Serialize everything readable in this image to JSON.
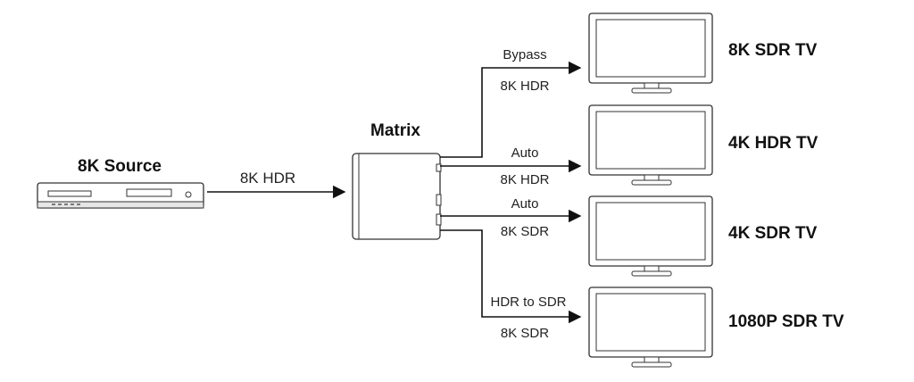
{
  "source": {
    "title": "8K Source",
    "link_label": "8K HDR"
  },
  "matrix": {
    "title": "Matrix"
  },
  "outputs": [
    {
      "mode": "Bypass",
      "signal": "8K HDR",
      "tv": "8K SDR TV"
    },
    {
      "mode": "Auto",
      "signal": "8K HDR",
      "tv": "4K HDR TV"
    },
    {
      "mode": "Auto",
      "signal": "8K SDR",
      "tv": "4K SDR TV"
    },
    {
      "mode": "HDR to SDR",
      "signal": "8K SDR",
      "tv": "1080P SDR TV"
    }
  ]
}
